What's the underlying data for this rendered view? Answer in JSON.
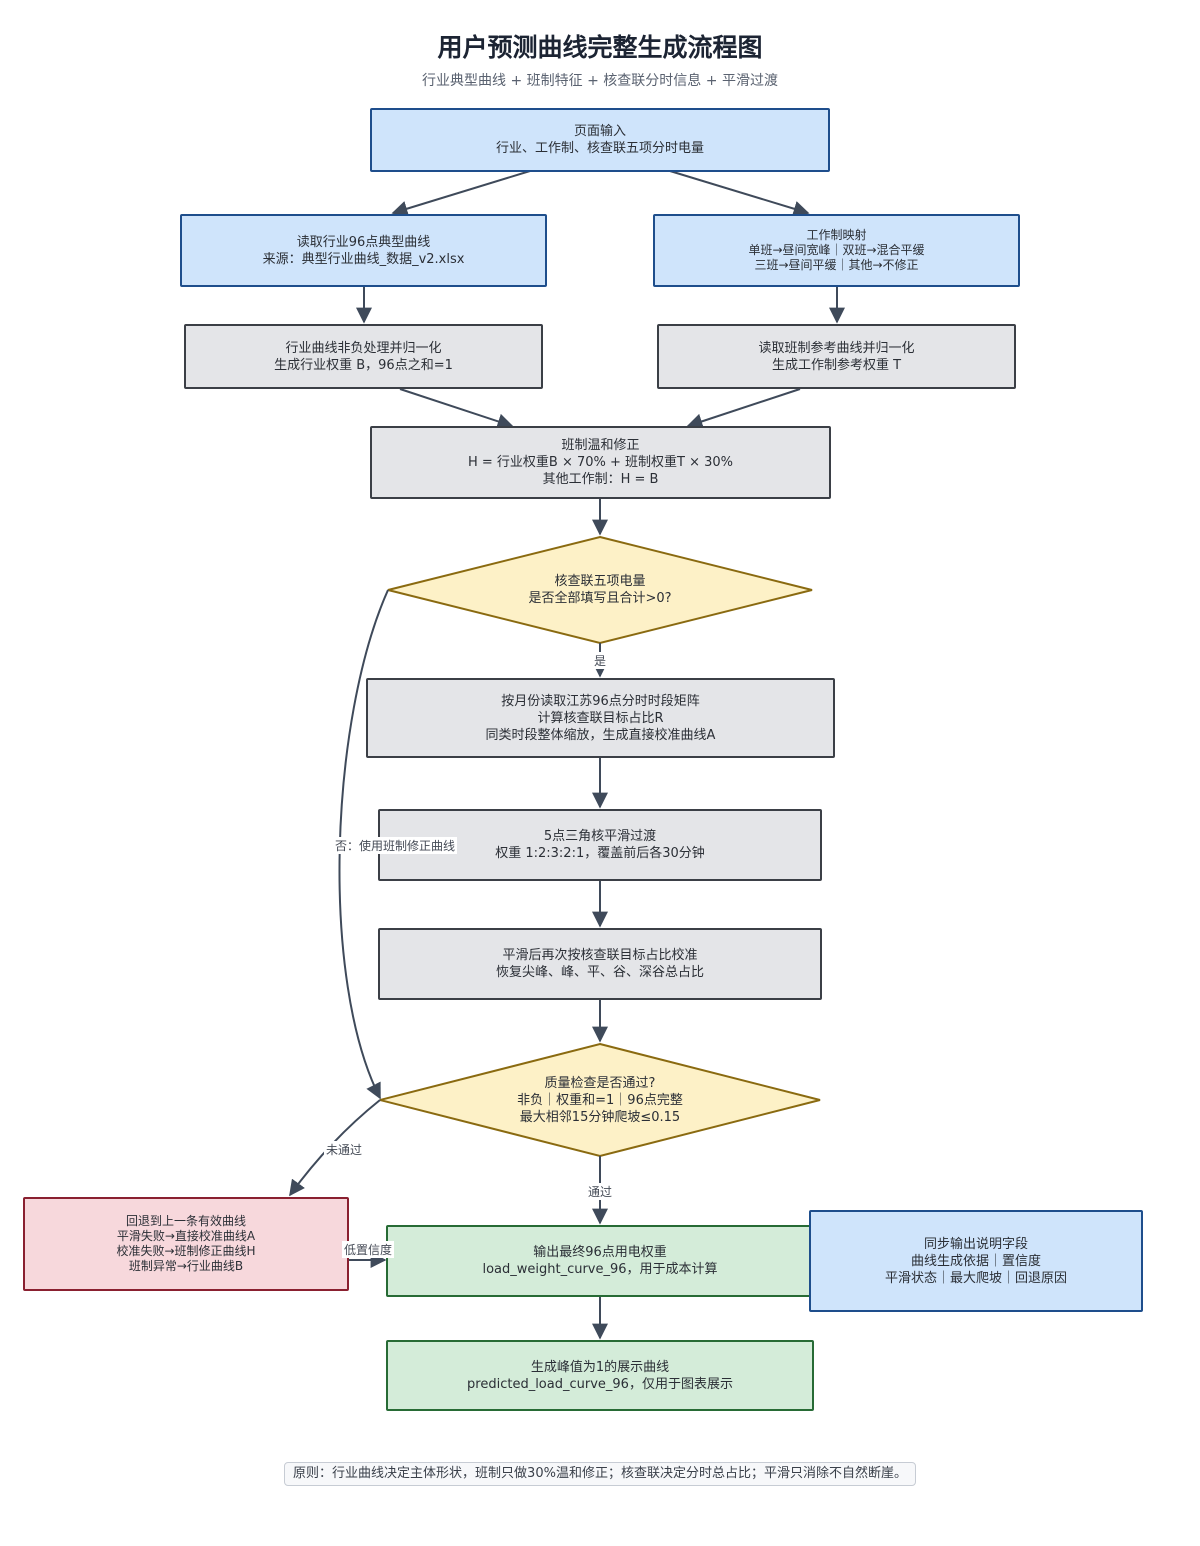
{
  "header": {
    "title": "用户预测曲线完整生成流程图",
    "subtitle": "行业典型曲线 + 班制特征 + 核查联分时信息 + 平滑过渡"
  },
  "nodes": {
    "input": {
      "line1": "页面输入",
      "line2": "行业、工作制、核查联五项分时电量"
    },
    "industry_read": {
      "line1": "读取行业96点典型曲线",
      "line2": "来源：典型行业曲线_数据_v2.xlsx"
    },
    "shift_map": {
      "line1": "工作制映射",
      "line2": "单班→昼间宽峰｜双班→混合平缓",
      "line3": "三班→昼间平缓｜其他→不修正"
    },
    "industry_norm": {
      "line1": "行业曲线非负处理并归一化",
      "line2": "生成行业权重 B，96点之和=1"
    },
    "shift_norm": {
      "line1": "读取班制参考曲线并归一化",
      "line2": "生成工作制参考权重 T"
    },
    "blend": {
      "line1": "班制温和修正",
      "line2": "H = 行业权重B × 70% + 班制权重T × 30%",
      "line3": "其他工作制：H = B"
    },
    "decision1": {
      "line1": "核查联五项电量",
      "line2": "是否全部填写且合计>0?"
    },
    "calibrate": {
      "line1": "按月份读取江苏96点分时时段矩阵",
      "line2": "计算核查联目标占比R",
      "line3": "同类时段整体缩放，生成直接校准曲线A"
    },
    "smooth": {
      "line1": "5点三角核平滑过渡",
      "line2": "权重 1:2:3:2:1，覆盖前后各30分钟"
    },
    "recalibrate": {
      "line1": "平滑后再次按核查联目标占比校准",
      "line2": "恢复尖峰、峰、平、谷、深谷总占比"
    },
    "decision2": {
      "line1": "质量检查是否通过?",
      "line2": "非负｜权重和=1｜96点完整",
      "line3": "最大相邻15分钟爬坡≤0.15"
    },
    "fallback": {
      "line1": "回退到上一条有效曲线",
      "line2": "平滑失败→直接校准曲线A",
      "line3": "校准失败→班制修正曲线H",
      "line4": "班制异常→行业曲线B"
    },
    "output": {
      "line1": "输出最终96点用电权重",
      "line2": "load_weight_curve_96，用于成本计算"
    },
    "explain": {
      "line1": "同步输出说明字段",
      "line2": "曲线生成依据｜置信度",
      "line3": "平滑状态｜最大爬坡｜回退原因"
    },
    "display": {
      "line1": "生成峰值为1的展示曲线",
      "line2": "predicted_load_curve_96，仅用于图表展示"
    }
  },
  "edge_labels": {
    "yes": "是",
    "no": "否：使用班制修正曲线",
    "fail": "未通过",
    "pass": "通过",
    "low_conf": "低置信度"
  },
  "footer": {
    "note": "原则：行业曲线决定主体形状，班制只做30%温和修正；核查联决定分时总占比；平滑只消除不自然断崖。"
  },
  "colors": {
    "blue_fill": "#cfe4fb",
    "blue_border": "#1e4e8c",
    "gray_fill": "#e4e5e8",
    "gray_border": "#3b3f46",
    "green_fill": "#d4ecd9",
    "green_border": "#276b35",
    "red_fill": "#f7d8dc",
    "red_border": "#8a2030",
    "decision_fill": "#fdf1c7",
    "decision_border": "#8a6a10",
    "edge": "#3f4a5a"
  }
}
